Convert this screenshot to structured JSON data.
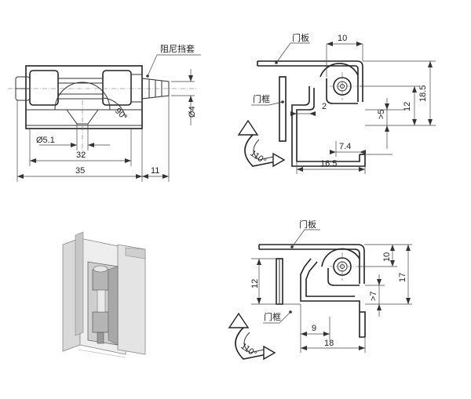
{
  "view1": {
    "labels": {
      "damper_sleeve": "阻尼挡套",
      "angle": "90°",
      "bore": "Ø5.1",
      "pin": "Ø4",
      "dim_32": "32",
      "dim_35": "35",
      "dim_11": "11"
    }
  },
  "view2": {
    "labels": {
      "door_panel": "门板",
      "door_frame": "门框",
      "dim_10": "10",
      "dim_2": "2",
      "dim_5": ">5",
      "dim_12": "12",
      "dim_18_5": "18.5",
      "dim_7_4": "7.4",
      "dim_16_5": "16.5",
      "angle": "110°"
    }
  },
  "view3": {
    "labels": {
      "door_panel": "门板",
      "door_frame": "门框",
      "dim_12": "12",
      "dim_10": "10",
      "dim_7": ">7",
      "dim_17": "17",
      "dim_9": "9",
      "dim_18": "18",
      "angle": "110°"
    }
  },
  "iso_view": {
    "description_hidden": ""
  },
  "colors": {
    "line": "#333333",
    "metal_light": "#e6e6e6",
    "metal_mid": "#b8b8b8",
    "metal_dark": "#7a7a7a"
  }
}
